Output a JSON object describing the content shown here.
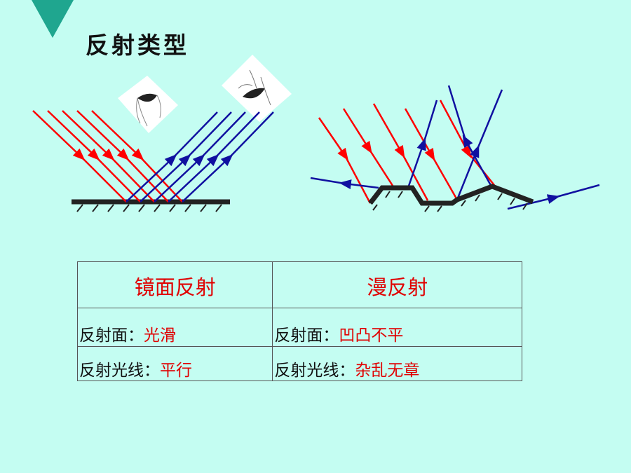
{
  "title": "反射类型",
  "colors": {
    "incident": "#ff0000",
    "reflected": "#1010a0",
    "surface": "#222222",
    "accent": "#1fa68f",
    "background": "#c4fdf2"
  },
  "icons": {
    "eye_left": "eye-icon",
    "eye_right": "eye-icon"
  },
  "table": {
    "headers": [
      "镜面反射",
      "漫反射"
    ],
    "rows": [
      {
        "label": "反射面：",
        "values": [
          "光滑",
          "凹凸不平"
        ]
      },
      {
        "label": "反射光线：",
        "values": [
          "平行",
          "杂乱无章"
        ]
      }
    ]
  }
}
